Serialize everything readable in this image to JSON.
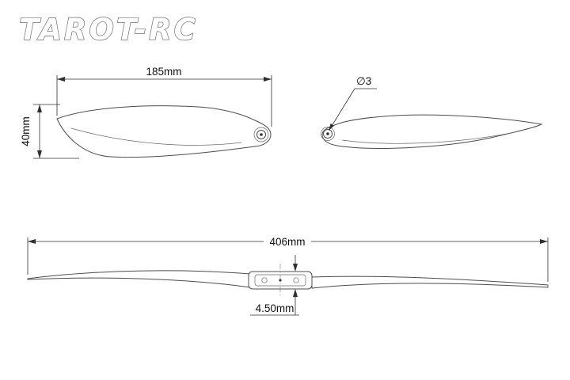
{
  "logo": {
    "text": "TAROT-RC"
  },
  "dims": {
    "blade_length": "185mm",
    "blade_width": "40mm",
    "hole_diameter": "∅3",
    "overall_length": "406mm",
    "hub_thickness": "4.50mm"
  },
  "colors": {
    "background": "#ffffff",
    "outline": "#4d4d4d",
    "dimension": "#2f2f2f",
    "text": "#111111"
  }
}
